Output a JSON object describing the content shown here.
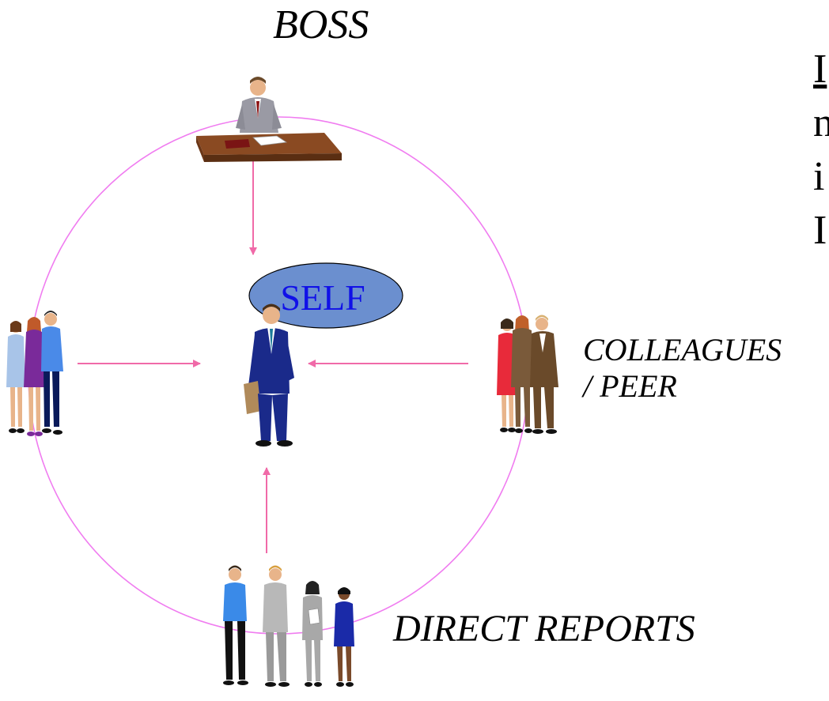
{
  "labels": {
    "boss": "BOSS",
    "self": "SELF",
    "colleagues_line1": "COLLEAGUES",
    "colleagues_line2": "/ PEER",
    "direct_reports": "DIRECT REPORTS"
  },
  "right_text": {
    "line1": "I",
    "line2": "n",
    "line3": "i",
    "line4": "I"
  },
  "colors": {
    "circle": "#f07cf0",
    "arrow": "#f06aa8",
    "self_bubble": "#6b8fcf",
    "self_text": "#1010e8"
  }
}
